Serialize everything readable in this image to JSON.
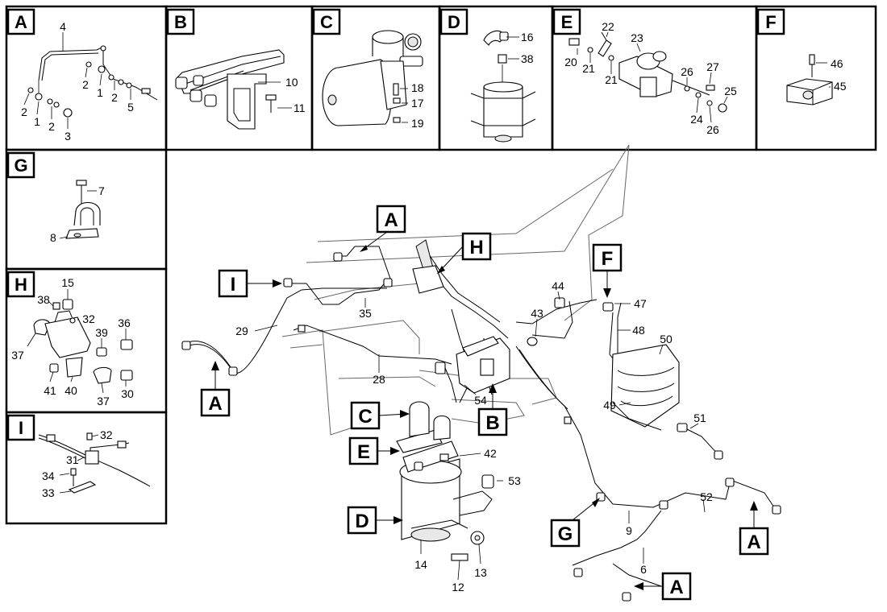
{
  "panels": [
    {
      "id": "A",
      "parts": [
        "4",
        "2",
        "1",
        "2",
        "5",
        "2",
        "1",
        "2",
        "3"
      ]
    },
    {
      "id": "B",
      "parts": [
        "10",
        "11"
      ]
    },
    {
      "id": "C",
      "parts": [
        "18",
        "17",
        "19"
      ]
    },
    {
      "id": "D",
      "parts": [
        "16",
        "38"
      ]
    },
    {
      "id": "E",
      "parts": [
        "22",
        "23",
        "20",
        "21",
        "21",
        "26",
        "27",
        "25",
        "24",
        "26"
      ]
    },
    {
      "id": "F",
      "parts": [
        "46",
        "45"
      ]
    },
    {
      "id": "G",
      "parts": [
        "7",
        "8"
      ]
    },
    {
      "id": "H",
      "parts": [
        "15",
        "38",
        "32",
        "39",
        "36",
        "37",
        "41",
        "40",
        "37",
        "30"
      ]
    },
    {
      "id": "I",
      "parts": [
        "32",
        "31",
        "34",
        "33"
      ]
    }
  ],
  "callouts": [
    "A",
    "H",
    "I",
    "F",
    "A",
    "C",
    "B",
    "E",
    "D",
    "G",
    "A",
    "A"
  ],
  "main_parts": [
    "35",
    "29",
    "28",
    "44",
    "47",
    "43",
    "48",
    "50",
    "54",
    "49",
    "51",
    "42",
    "53",
    "52",
    "9",
    "14",
    "12",
    "13",
    "6"
  ]
}
